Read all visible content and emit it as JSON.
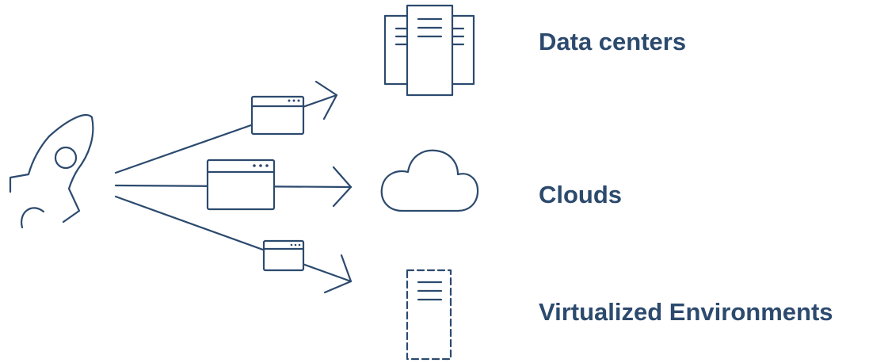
{
  "colors": {
    "ink": "#2c4a6e",
    "background": "#ffffff"
  },
  "icons": {
    "source": "rocket-icon",
    "targets": [
      "server-rack-icon",
      "cloud-icon",
      "virtual-server-icon"
    ],
    "payloads": [
      "app-window-icon",
      "app-window-icon",
      "app-window-icon"
    ]
  },
  "targets": [
    {
      "label": "Data centers"
    },
    {
      "label": "Clouds"
    },
    {
      "label": "Virtualized Environments"
    }
  ]
}
